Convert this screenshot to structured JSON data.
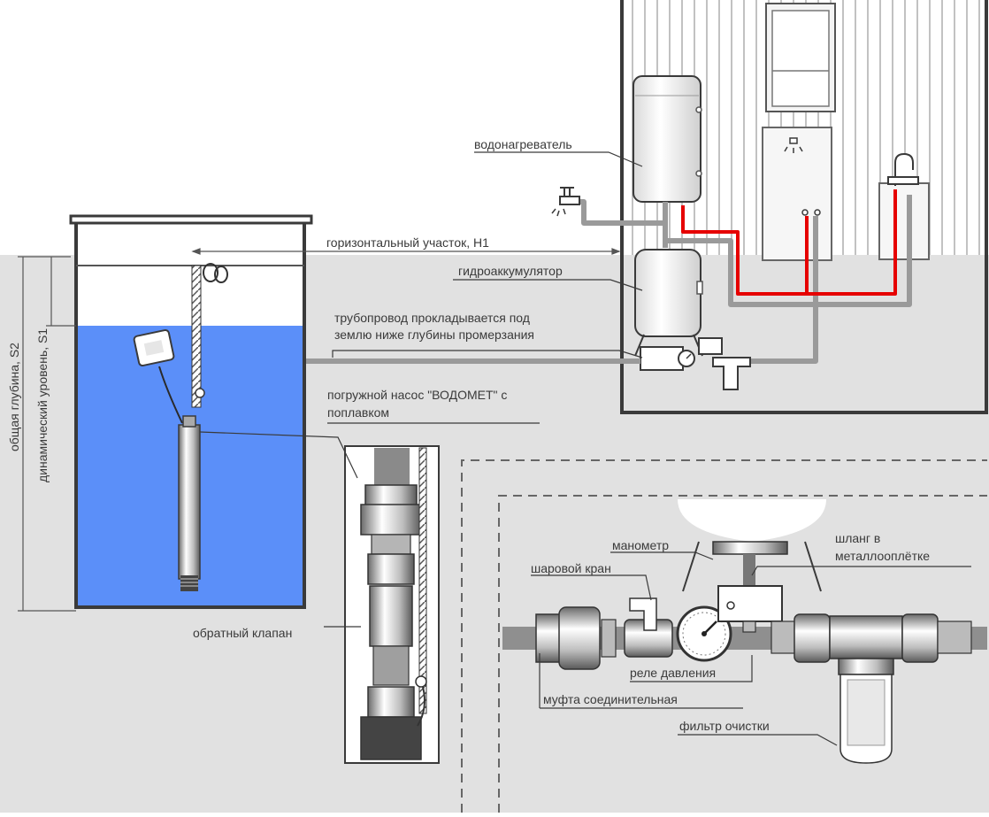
{
  "colors": {
    "ground": "#e1e1e1",
    "water": "#5b8ff9",
    "pipe_gray": "#9a9a9a",
    "pipe_hot": "#e60000",
    "outline": "#3a3a3a",
    "text": "#3a3a3a"
  },
  "labels": {
    "water_heater": "водонагреватель",
    "horizontal_section": "горизонтальный участок, H1",
    "accumulator": "гидроаккумулятор",
    "pipeline_line1": "трубопровод прокладывается под",
    "pipeline_line2": "землю ниже глубины промерзания",
    "pump_line1": "погружной насос \"ВОДОМЕТ\" с",
    "pump_line2": "поплавком",
    "check_valve": "обратный клапан",
    "total_depth": "общая глубина, S2",
    "dynamic_level": "динамический уровень, S1",
    "manometer": "манометр",
    "hose_line1": "шланг в",
    "hose_line2": "металлооплётке",
    "ball_valve": "шаровой кран",
    "pressure_relay": "реле давления",
    "coupling": "муфта соединительная",
    "filter": "фильтр очистки"
  },
  "icons": [
    "faucet-icon",
    "shower-icon",
    "mixer-tap-icon",
    "float-switch-icon",
    "pressure-gauge-icon"
  ]
}
